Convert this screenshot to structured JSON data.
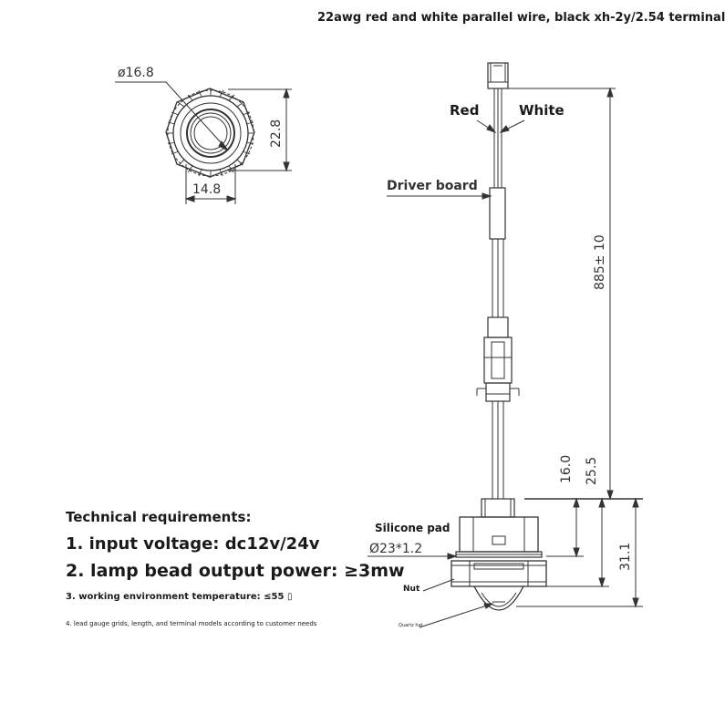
{
  "title": "22awg red and white parallel wire, black xh-2y/2.54 terminal",
  "labels": {
    "red": "Red",
    "white": "White",
    "driver_board": "Driver board",
    "silicone_pad": "Silicone pad",
    "nut": "Nut",
    "quartz_hat": "Quartz hat"
  },
  "dimensions": {
    "diameter_outer": "ø16.8",
    "height_top": "22.8",
    "width_top": "14.8",
    "wire_length": "885± 10",
    "d1": "16.0",
    "d2": "25.5",
    "pad": "Ø23*1.2",
    "total": "31.1"
  },
  "requirements": {
    "heading": "Technical requirements:",
    "item1": "1. input voltage: dc12v/24v",
    "item2": "2. lamp bead output power: ≥3mw",
    "item3": "3. working environment temperature: ≤55 ▯",
    "item4": "4. lead gauge grids, length, and terminal models according to customer needs"
  }
}
